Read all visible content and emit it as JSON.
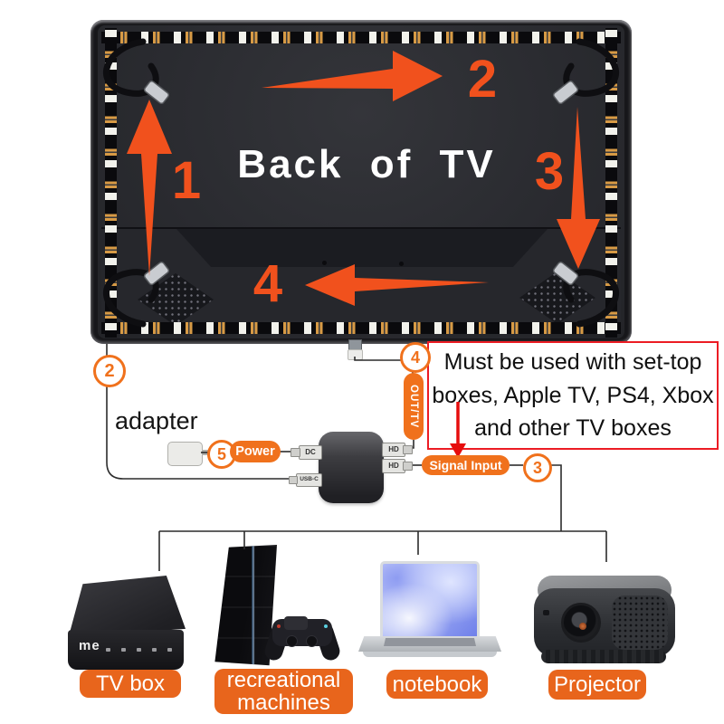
{
  "tv": {
    "label": "Back of TV",
    "steps": [
      "1",
      "2",
      "3",
      "4"
    ]
  },
  "wiring": {
    "circle2": "2",
    "circle3": "3",
    "circle4": "4",
    "circle5": "5",
    "adapter": "adapter",
    "power": "Power",
    "out_tv": "OUT/TV",
    "signal_input": "Signal Input",
    "ports": {
      "dc": "DC",
      "usb": "USB-C",
      "hd1": "HD",
      "hd2": "HD"
    }
  },
  "note": {
    "lines": [
      "Must be used with set-top",
      "boxes, Apple TV, PS4, Xbox",
      "and other TV boxes"
    ]
  },
  "devices": {
    "tv_box": {
      "label": "TV box",
      "logo": "me"
    },
    "recreational": {
      "label": "recreational machines"
    },
    "notebook": {
      "label": "notebook"
    },
    "projector": {
      "label": "Projector"
    }
  },
  "colors": {
    "arrow_orange": "#f1511d",
    "pill_orange": "#f0711c",
    "label_orange": "#e8651c",
    "note_red": "#ec1c24",
    "arrow_red": "#e60d0d"
  }
}
